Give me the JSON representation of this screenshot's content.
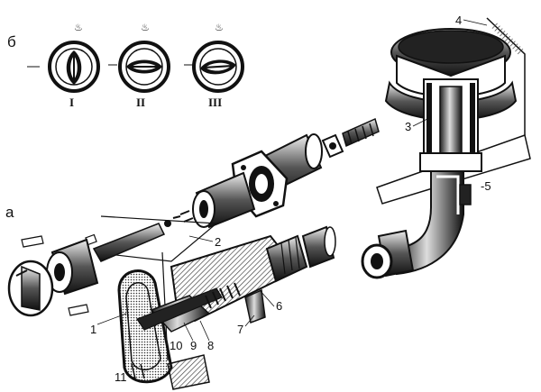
{
  "section_labels": {
    "b": "б",
    "a": "а"
  },
  "roman_labels": [
    "I",
    "II",
    "III"
  ],
  "callouts": {
    "c1": "1",
    "c2": "2",
    "c3": "3",
    "c4": "4",
    "c5": "-5",
    "c6": "6",
    "c7": "7",
    "c8": "8",
    "c9": "9",
    "c10": "10",
    "c11": "11"
  },
  "colors": {
    "ink": "#111111",
    "hatch": "#555555",
    "paper": "#ffffff"
  }
}
